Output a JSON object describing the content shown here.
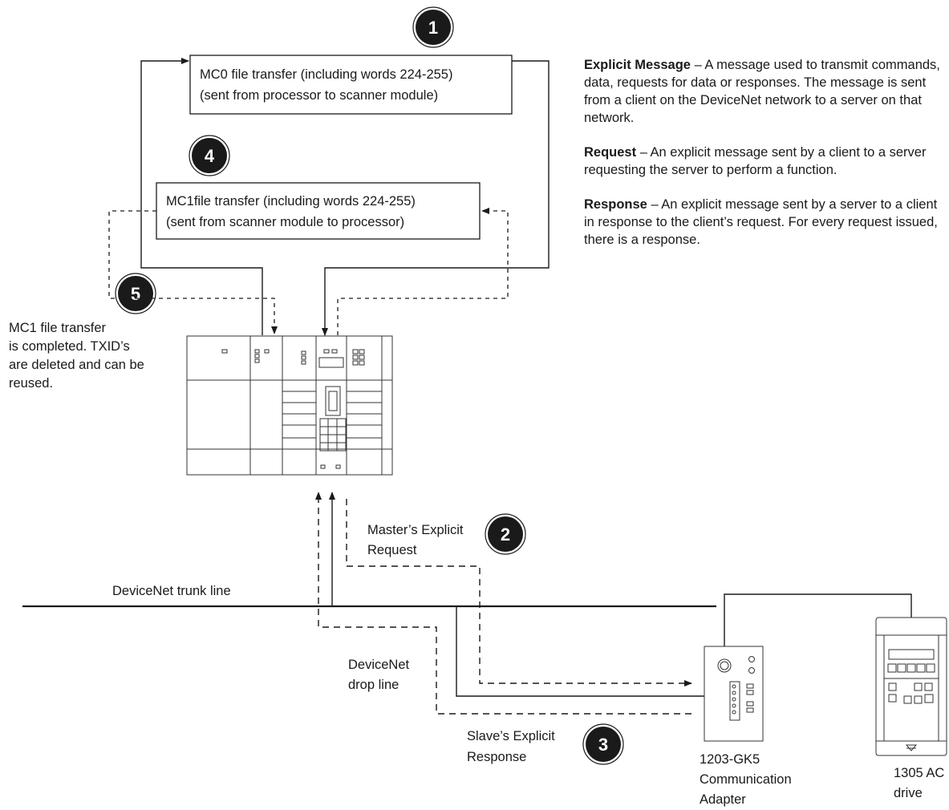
{
  "steps": {
    "step1": "1",
    "step2": "2",
    "step3": "3",
    "step4": "4",
    "step5": "5"
  },
  "boxes": {
    "mc0_line1": "MC0 file transfer (including words 224-255)",
    "mc0_line2": "(sent from processor to scanner module)",
    "mc1_line1": "MC1file transfer (including words 224-255)",
    "mc1_line2": "(sent from scanner module to processor)"
  },
  "notes": {
    "completed": [
      "MC1 file transfer",
      "is completed. TXID’s",
      "are deleted and can be",
      "reused."
    ]
  },
  "labels": {
    "master_request": [
      "Master’s Explicit",
      "Request"
    ],
    "trunk_line": "DeviceNet trunk line",
    "drop_line": [
      "DeviceNet",
      "drop line"
    ],
    "slave_response": [
      "Slave’s Explicit",
      "Response"
    ],
    "adapter": [
      "1203-GK5",
      "Communication",
      "Adapter"
    ],
    "drive": [
      "1305 AC",
      "drive"
    ]
  },
  "definitions": [
    {
      "term": "Explicit Message",
      "text": " – A message used to transmit commands, data, requests for data or responses. The message is sent from a client on the DeviceNet network to a server on that network."
    },
    {
      "term": "Request",
      "text": " – An explicit message sent by a client to a server requesting the server to perform a function."
    },
    {
      "term": "Response",
      "text": " – An explicit message sent by a server to a client in response to the client’s request. For every request issued, there is a response."
    }
  ],
  "colors": {
    "ink": "#1a1a1a",
    "badge_fill": "#1a1a1a",
    "badge_text": "#ffffff"
  }
}
